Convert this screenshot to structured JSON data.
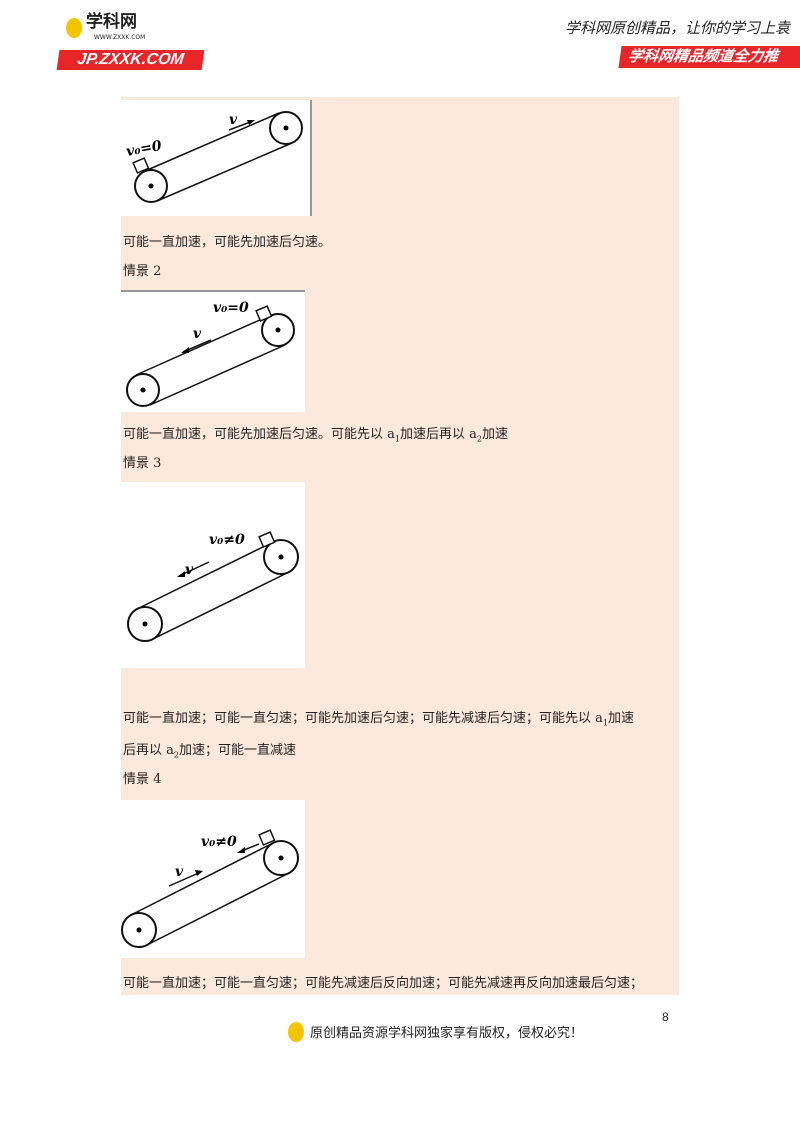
{
  "header": {
    "logo_name": "学科网",
    "logo_url_text": "WWW.ZXXK.COM",
    "logo_banner": "JP.ZXXK.COM",
    "slogan": "学科网原创精品，让你的学习上袁",
    "banner": "学科网精品频道全力推"
  },
  "figures": [
    {
      "block_label": "v₀=0",
      "belt_label": "v"
    },
    {
      "block_label": "v₀=0",
      "belt_label": "v"
    },
    {
      "block_label": "v₀≠0",
      "belt_label": "v"
    },
    {
      "block_label": "v₀≠0",
      "belt_label": "v"
    }
  ],
  "content": {
    "s1_text": "可能一直加速，可能先加速后匀速。",
    "s2_title": "情景 2",
    "s2_text_a": "可能一直加速，可能先加速后匀速。可能先以 a",
    "s2_text_b": "加速后再以 a",
    "s2_text_c": "加速",
    "s3_title": "情景 3",
    "s3_text_a": "可能一直加速；可能一直匀速；可能先加速后匀速；可能先减速后匀速；可能先以 a",
    "s3_text_b": "加速",
    "s3_text_c": "后再以 a",
    "s3_text_d": "加速；可能一直减速",
    "s4_title": "情景 4",
    "s4_text": "可能一直加速；可能一直匀速；可能先减速后反向加速；可能先减速再反向加速最后匀速；",
    "sub1": "1",
    "sub2": "2"
  },
  "footer": {
    "page_number": "8",
    "copyright": "原创精品资源学科网独家享有版权，侵权必究！"
  },
  "colors": {
    "panel": "#fce9dc",
    "brand_red": "#e8262a"
  }
}
